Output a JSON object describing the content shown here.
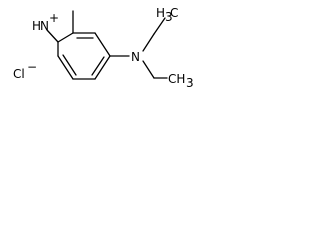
{
  "structure": {
    "amine_H": "H",
    "amine_N": "N",
    "amine_charge": "+",
    "diethylamino_N": "N",
    "ethyl_top_H": "H",
    "ethyl_top_sub": "3",
    "ethyl_top_C": "C",
    "ethyl_bottom_C": "CH",
    "ethyl_bottom_sub": "3",
    "counterion": "Cl",
    "counterion_charge": "−"
  }
}
